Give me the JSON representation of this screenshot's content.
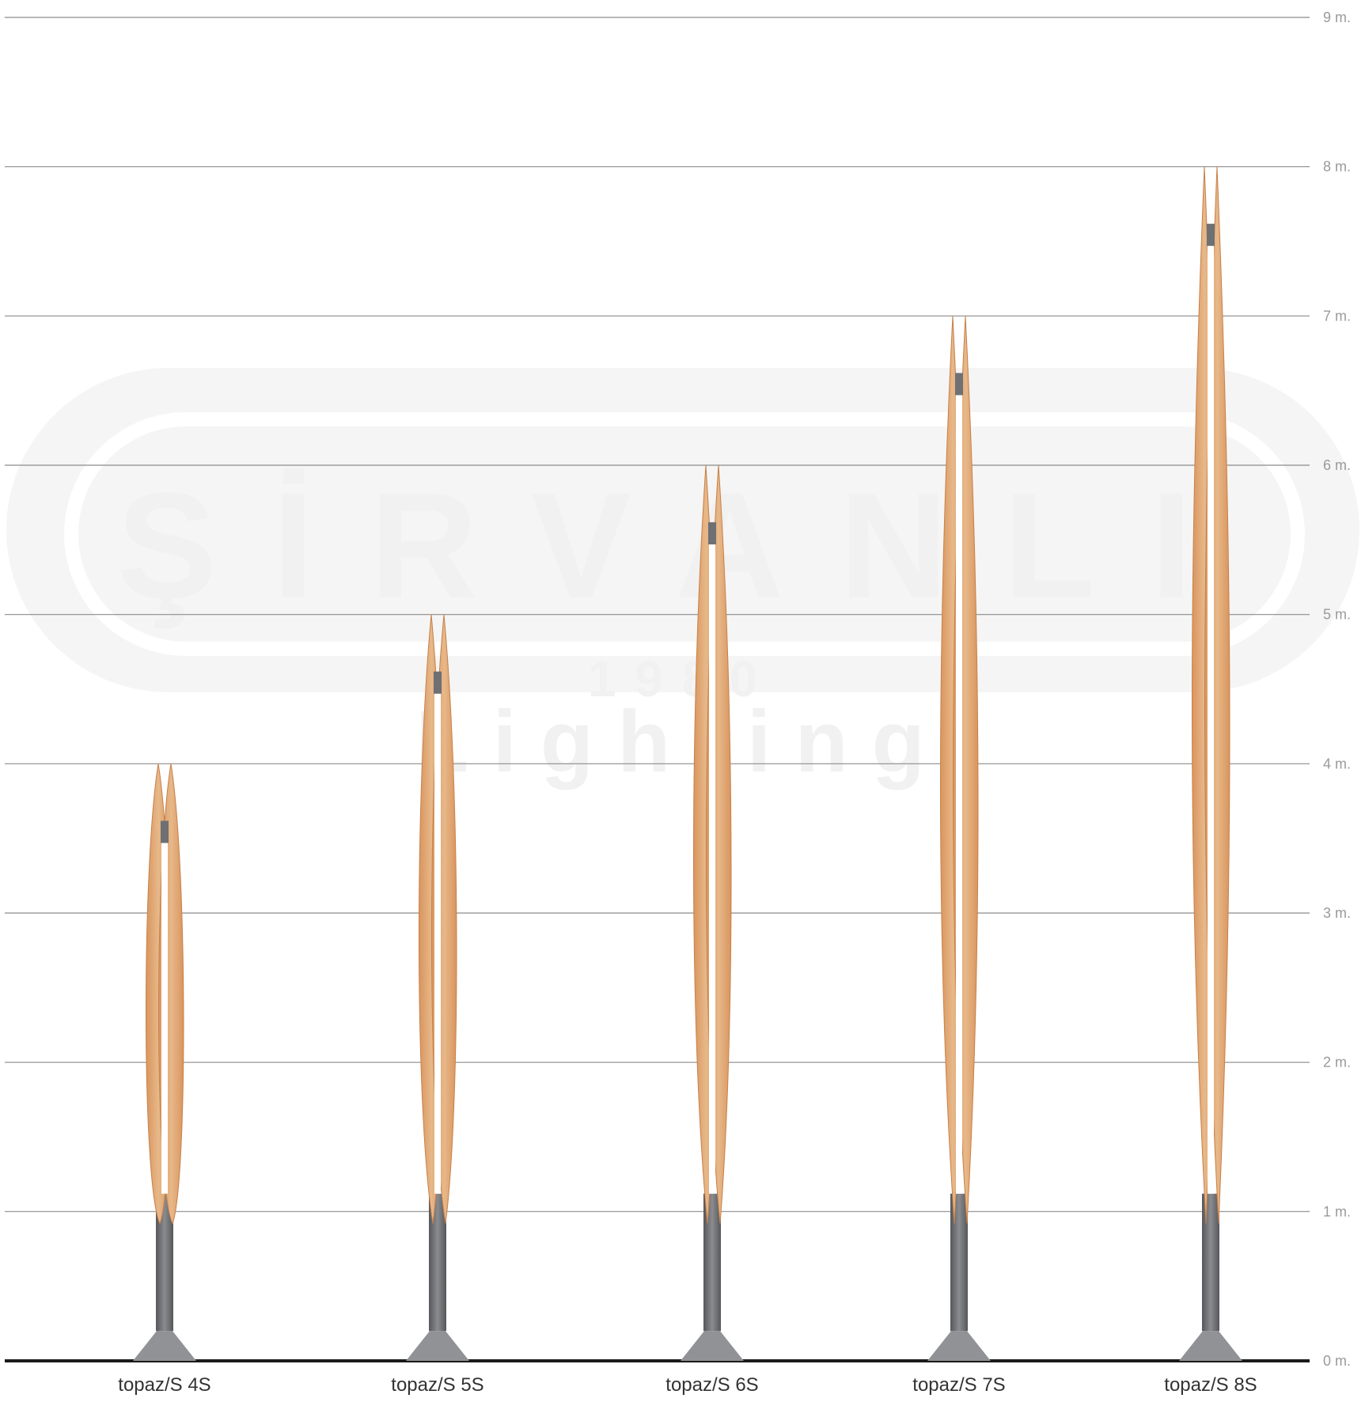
{
  "chart_data": {
    "type": "bar",
    "title": "",
    "xlabel": "",
    "ylabel": "",
    "ylim": [
      0,
      9
    ],
    "y_ticks": [
      {
        "value": 0,
        "label": "0 m."
      },
      {
        "value": 1,
        "label": "1 m."
      },
      {
        "value": 2,
        "label": "2 m."
      },
      {
        "value": 3,
        "label": "3 m."
      },
      {
        "value": 4,
        "label": "4 m."
      },
      {
        "value": 5,
        "label": "5 m."
      },
      {
        "value": 6,
        "label": "6 m."
      },
      {
        "value": 7,
        "label": "7 m."
      },
      {
        "value": 8,
        "label": "8 m."
      },
      {
        "value": 9,
        "label": "9 m."
      }
    ],
    "grid": true,
    "categories": [
      "topaz/S 4S",
      "topaz/S 5S",
      "topaz/S 6S",
      "topaz/S 7S",
      "topaz/S 8S"
    ],
    "values": [
      4,
      5,
      6,
      7,
      8
    ],
    "colors": {
      "wood": "#d9955e",
      "wood_light": "#e7b889",
      "pole": "#6e7073",
      "base": "#909296",
      "led": "#ffffff",
      "grid": "#8c8c8c",
      "ground": "#1a1a1a"
    }
  },
  "watermark": {
    "brand": "ŞİRVANLI",
    "year": "1980",
    "tagline": "Lighting"
  }
}
